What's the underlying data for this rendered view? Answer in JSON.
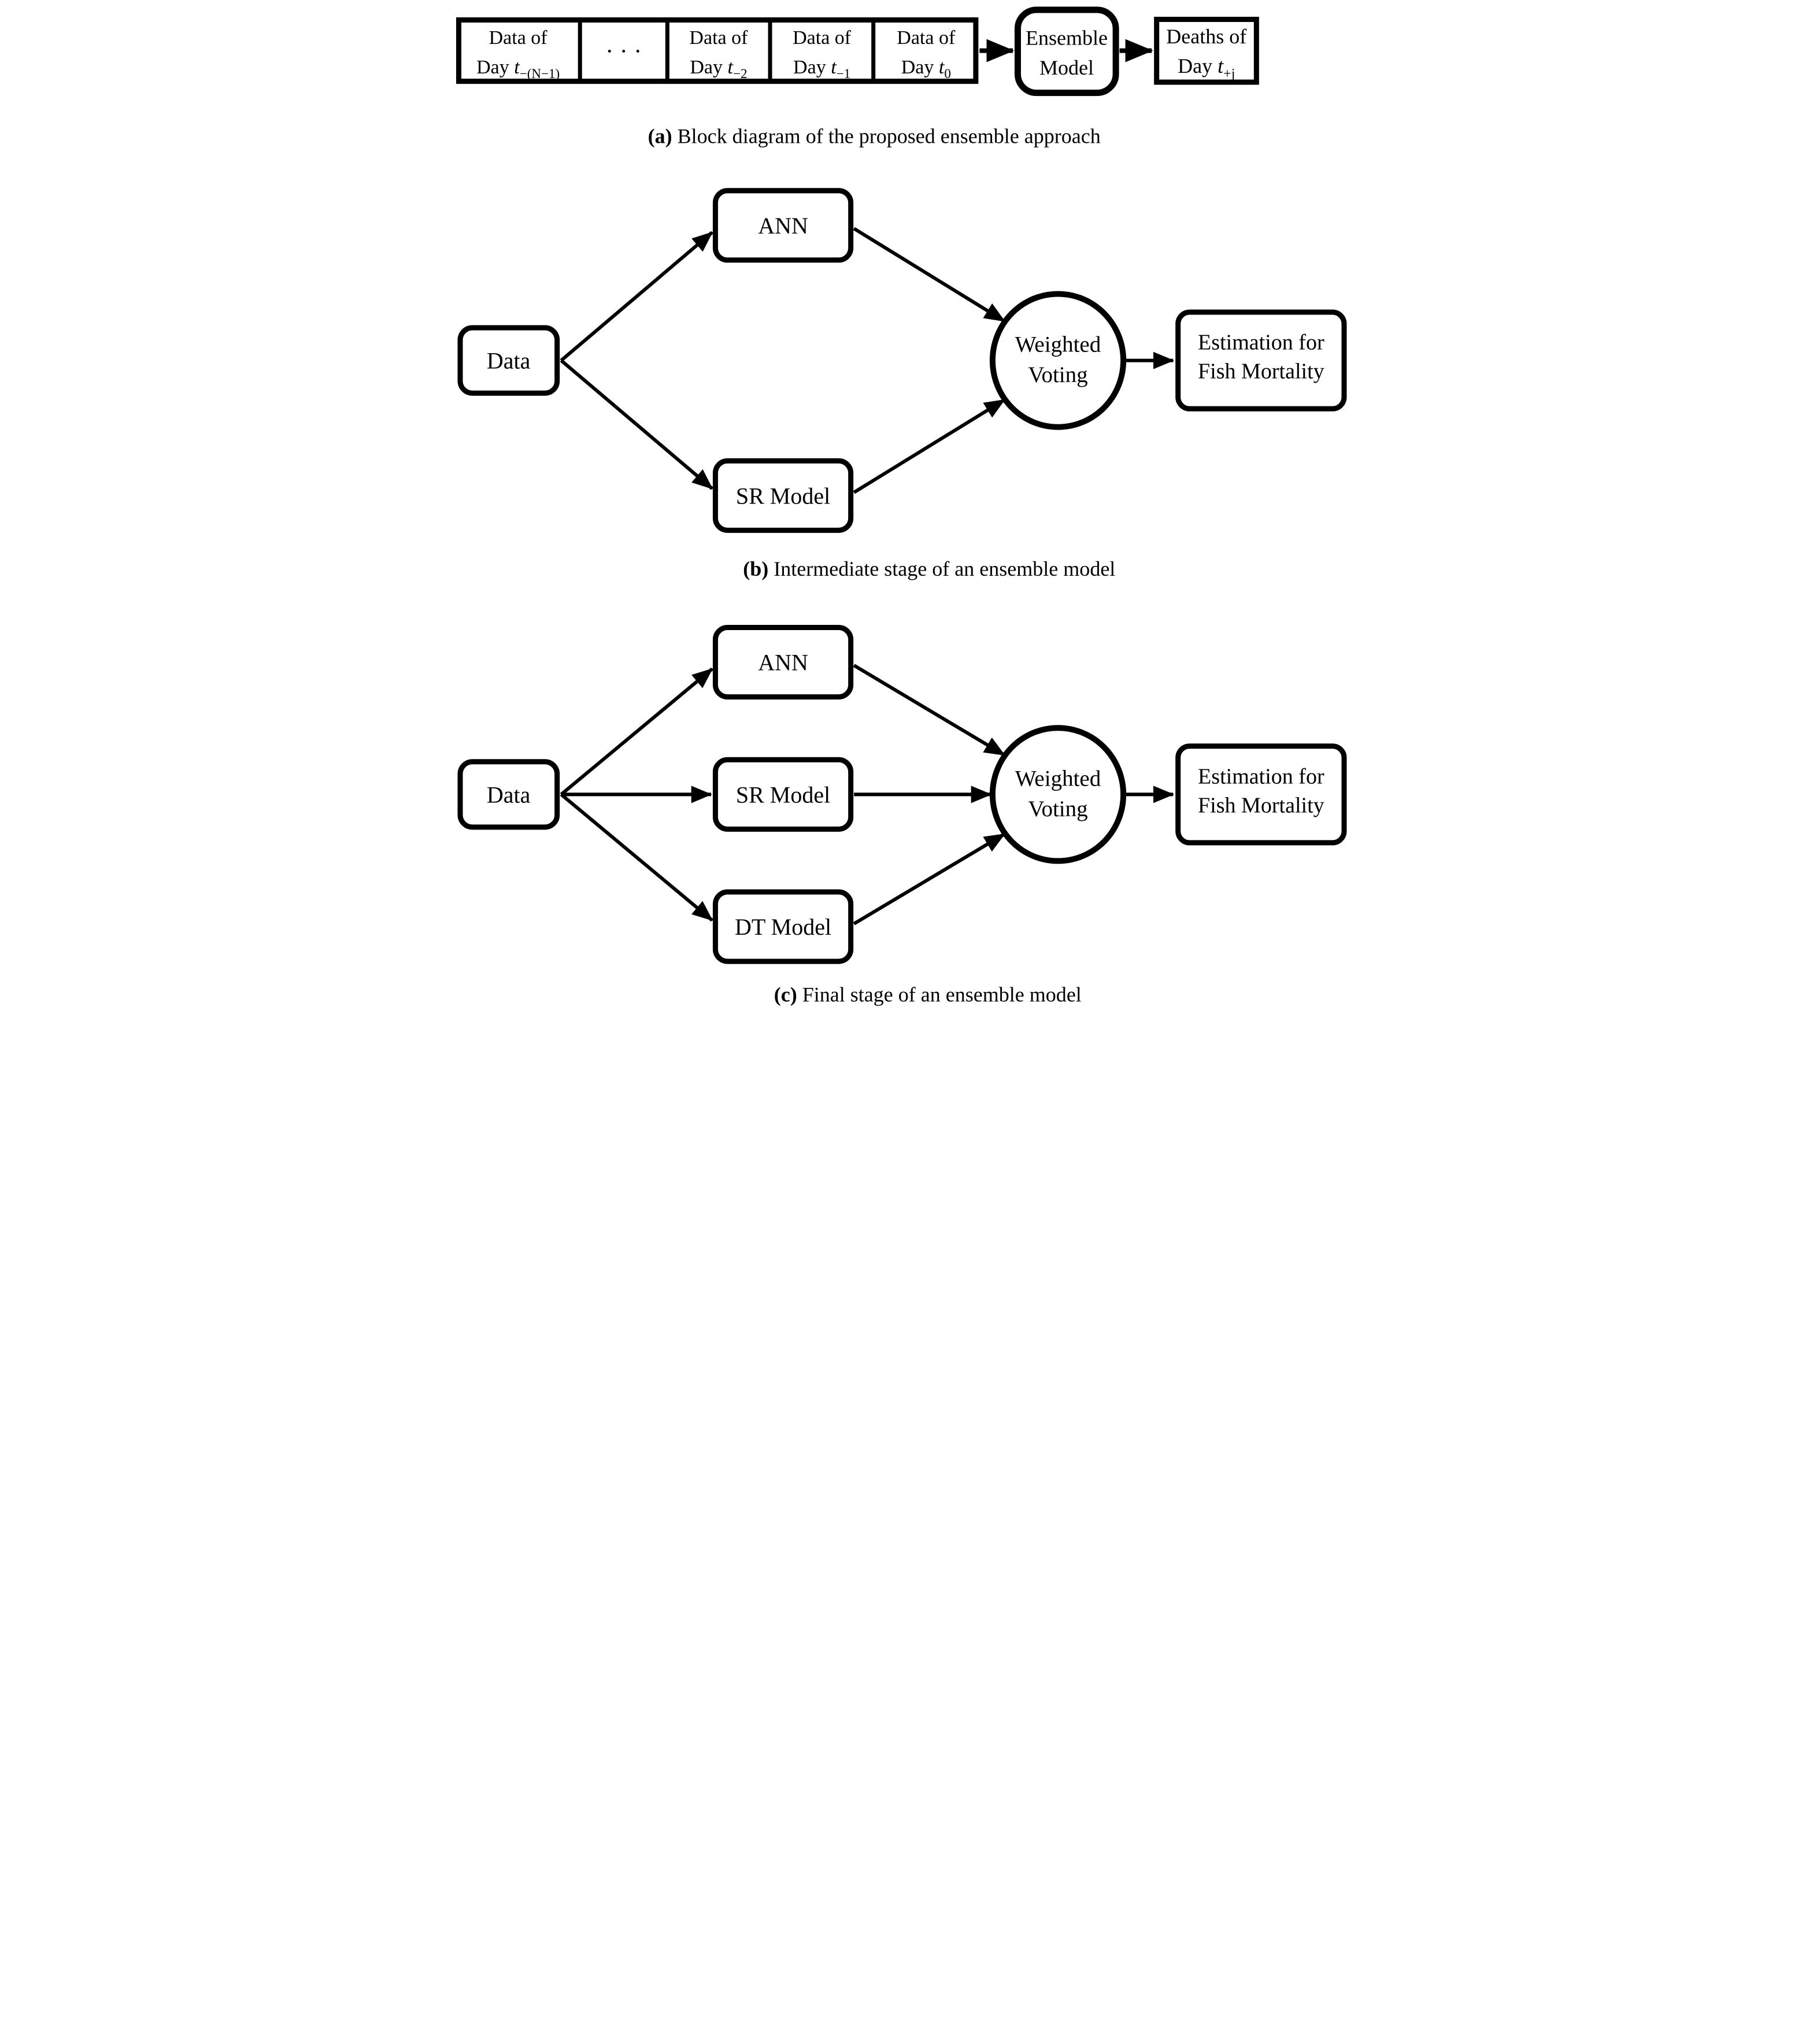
{
  "theme": {
    "ink": "#000000",
    "paper": "#ffffff"
  },
  "diagram_a": {
    "caption": {
      "label": "(a)",
      "text": " Block diagram of the proposed ensemble approach"
    },
    "cells": [
      {
        "line1": "Data of",
        "line2_pre": "Day ",
        "line2_var": "t",
        "sub": "−(N−1)"
      },
      {
        "dots": "· · ·"
      },
      {
        "line1": "Data of",
        "line2_pre": "Day ",
        "line2_var": "t",
        "sub": "−2"
      },
      {
        "line1": "Data of",
        "line2_pre": "Day ",
        "line2_var": "t",
        "sub": "−1"
      },
      {
        "line1": "Data of",
        "line2_pre": "Day ",
        "line2_var": "t",
        "sub": "0"
      }
    ],
    "ensemble_model": {
      "line1": "Ensemble",
      "line2": "Model"
    },
    "deaths": {
      "line1": "Deaths of",
      "line2_pre": "Day ",
      "line2_var": "t",
      "sub": "+j"
    }
  },
  "diagram_b": {
    "caption": {
      "label": "(b)",
      "text": " Intermediate stage of an ensemble model"
    },
    "data_box": "Data",
    "ann_box": "ANN",
    "sr_box": "SR Model",
    "voting": {
      "line1": "Weighted",
      "line2": "Voting"
    },
    "output": {
      "line1": "Estimation for",
      "line2": "Fish Mortality"
    }
  },
  "diagram_c": {
    "caption": {
      "label": "(c)",
      "text": " Final stage of an ensemble model"
    },
    "data_box": "Data",
    "ann_box": "ANN",
    "sr_box": "SR Model",
    "dt_box": "DT Model",
    "voting": {
      "line1": "Weighted",
      "line2": "Voting"
    },
    "output": {
      "line1": "Estimation for",
      "line2": "Fish Mortality"
    }
  }
}
